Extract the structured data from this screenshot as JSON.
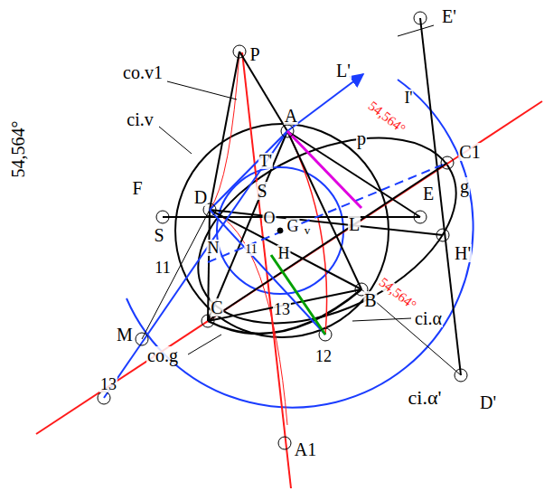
{
  "diagram": {
    "labels": [
      "co.v1",
      "P",
      "ci.v",
      "L'",
      "E'",
      "A",
      "I'",
      "54,564°",
      "C1",
      "p",
      "g",
      "T'",
      "E",
      "54,564°",
      "F",
      "D",
      "S",
      "S",
      "O",
      "G",
      "v",
      "L",
      "H",
      "H'",
      "N",
      "11",
      "11",
      "M",
      "C",
      "13",
      "12",
      "13",
      "B",
      "54,564°",
      "ci.α",
      "co.g",
      "A1",
      "ci.α'",
      "D'"
    ]
  }
}
